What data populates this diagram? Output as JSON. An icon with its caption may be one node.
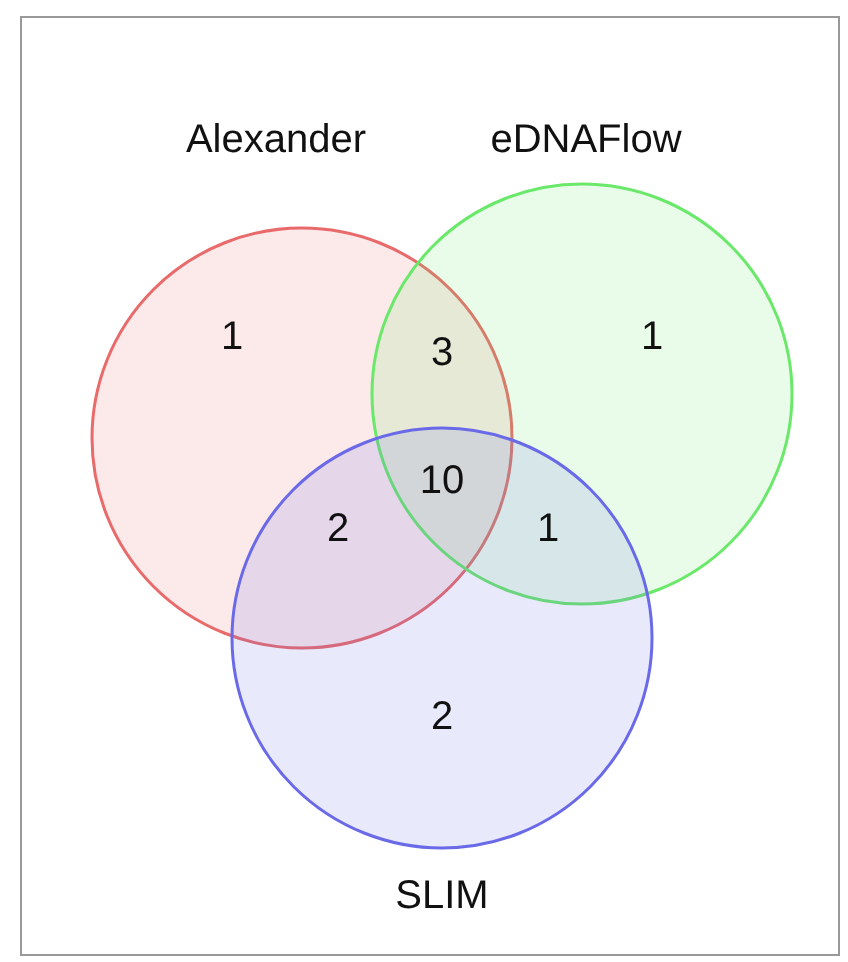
{
  "diagram": {
    "nodes": [
      {
        "text": [
          "Alexander"
        ]
      },
      {
        "text": [
          "eDNAFlow"
        ]
      },
      {
        "text": [
          "SLIM"
        ]
      }
    ],
    "labels": [
      "1",
      "3",
      "1",
      "10",
      "2",
      "1",
      "2"
    ]
  }
}
